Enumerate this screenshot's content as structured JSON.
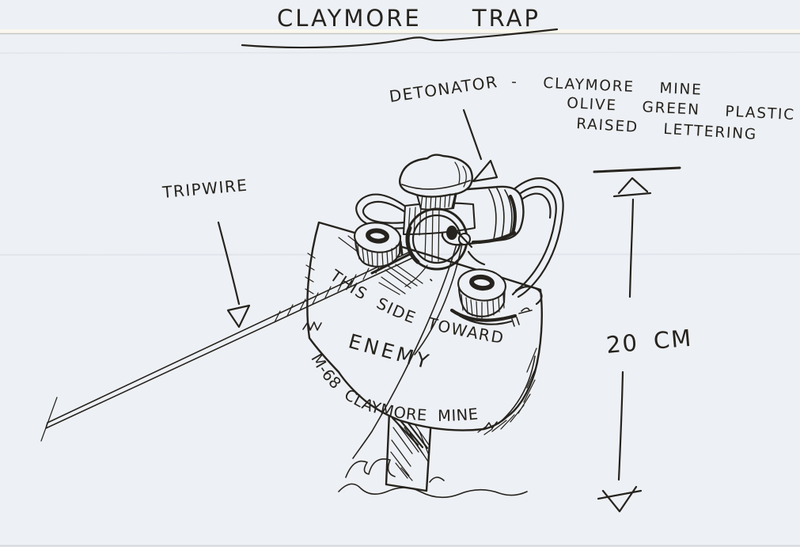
{
  "title": "CLAYMORE TRAP",
  "labels": {
    "detonator": "DETONATOR",
    "tripwire": "TRIPWIRE"
  },
  "notes": {
    "line1": "- CLAYMORE MINE",
    "line2": "OLIVE GREEN PLASTIC",
    "line3": "RAISED LETTERING"
  },
  "mine_lettering": {
    "line1": "THIS SIDE TOWARD",
    "line2": "ENEMY",
    "line3": "M-68 CLAYMORE MINE"
  },
  "dimension": {
    "label": "20 CM"
  },
  "colors": {
    "paper": "#edf0f4",
    "ink": "#26231e",
    "rule_band": "#faf8ee",
    "rule_edge": "#c6c7c3",
    "rule_faint": "#dfe4ea"
  }
}
